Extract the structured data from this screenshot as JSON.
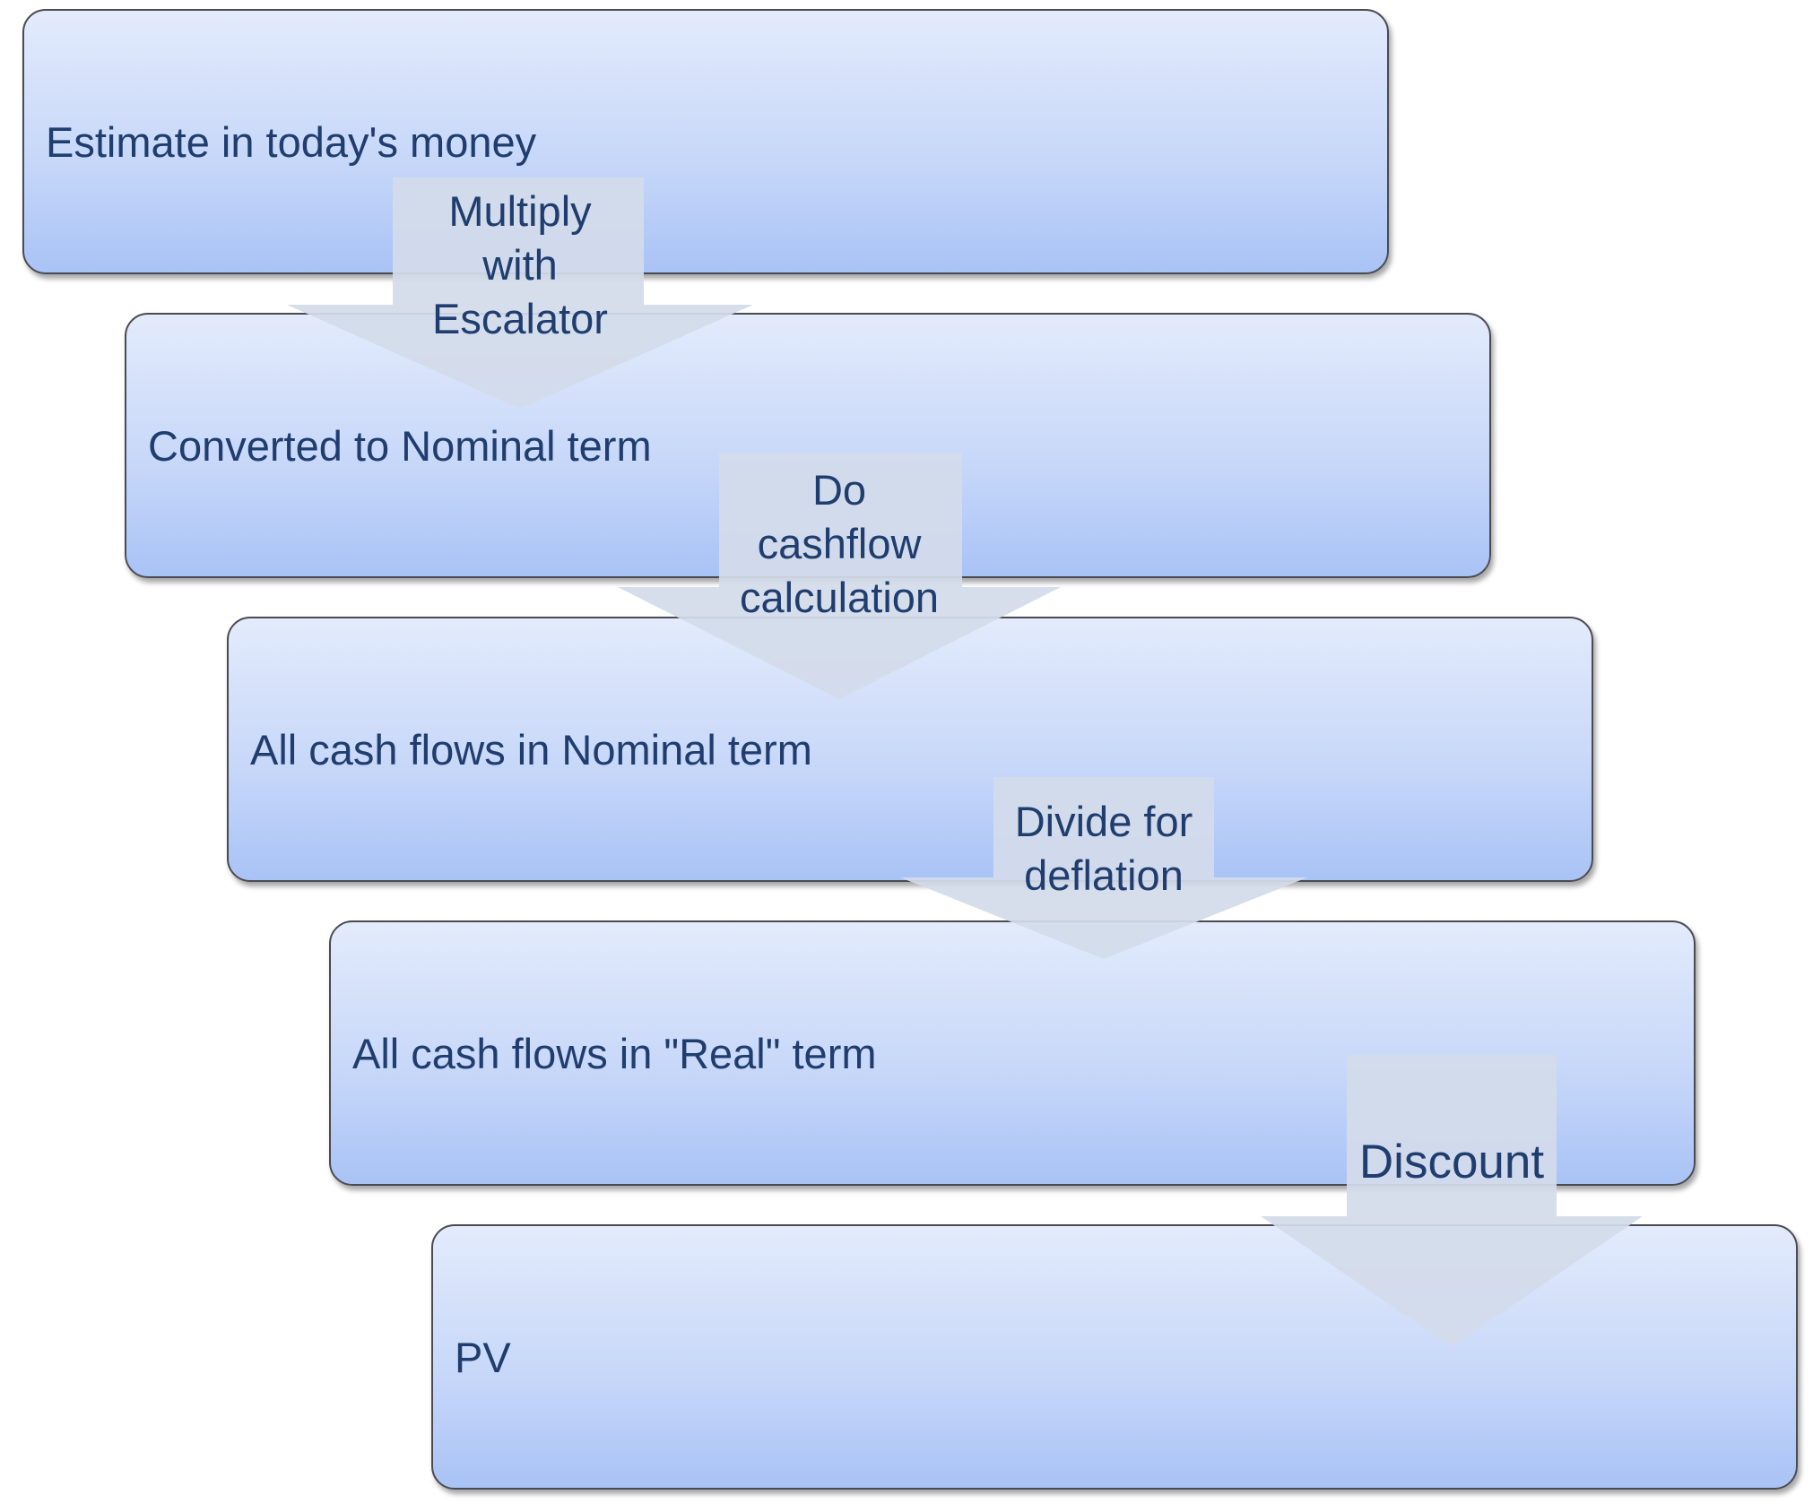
{
  "steps": [
    "Estimate in today's money",
    "Converted to Nominal term",
    "All cash flows in Nominal term",
    "All cash flows in \"Real\" term",
    "PV"
  ],
  "arrows": [
    "Multiply\nwith\nEscalator",
    "Do\ncashflow\ncalculation",
    "Divide for\ndeflation",
    "Discount"
  ],
  "colors": {
    "box_top": "#e3ebfc",
    "box_bottom": "#a9c3f6",
    "box_border": "#4a4a52",
    "arrow_fill": "#d3dceb",
    "text": "#1f3d6e"
  }
}
